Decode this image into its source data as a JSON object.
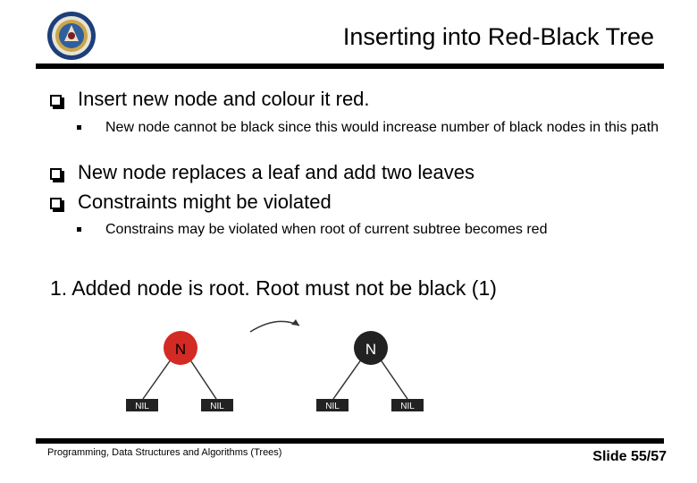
{
  "slide": {
    "title": "Inserting into Red-Black Tree",
    "bullets": [
      {
        "text": "Insert new node and colour it red.",
        "sub": [
          "New node cannot be black since this would increase number of black nodes in this path"
        ]
      },
      {
        "text": "New node replaces a leaf and add two leaves",
        "sub": []
      },
      {
        "text": "Constraints might be violated",
        "sub": [
          "Constrains may be violated when root of current subtree becomes red"
        ]
      }
    ],
    "numbered_item": "1.  Added node is root. Root must not be black (1)"
  },
  "diagram": {
    "left_tree": {
      "root_label": "N",
      "root_color": "#d42a24",
      "leaves": [
        "NIL",
        "NIL"
      ]
    },
    "right_tree": {
      "root_label": "N",
      "root_color": "#222222",
      "leaves": [
        "NIL",
        "NIL"
      ]
    },
    "nil_color": "#222222"
  },
  "footer": {
    "course": "Programming, Data Structures and Algorithms  (Trees)",
    "slide_number": "Slide 55/57"
  },
  "colors": {
    "rule": "#000000",
    "red_node": "#d42a24",
    "black_node": "#222222"
  }
}
